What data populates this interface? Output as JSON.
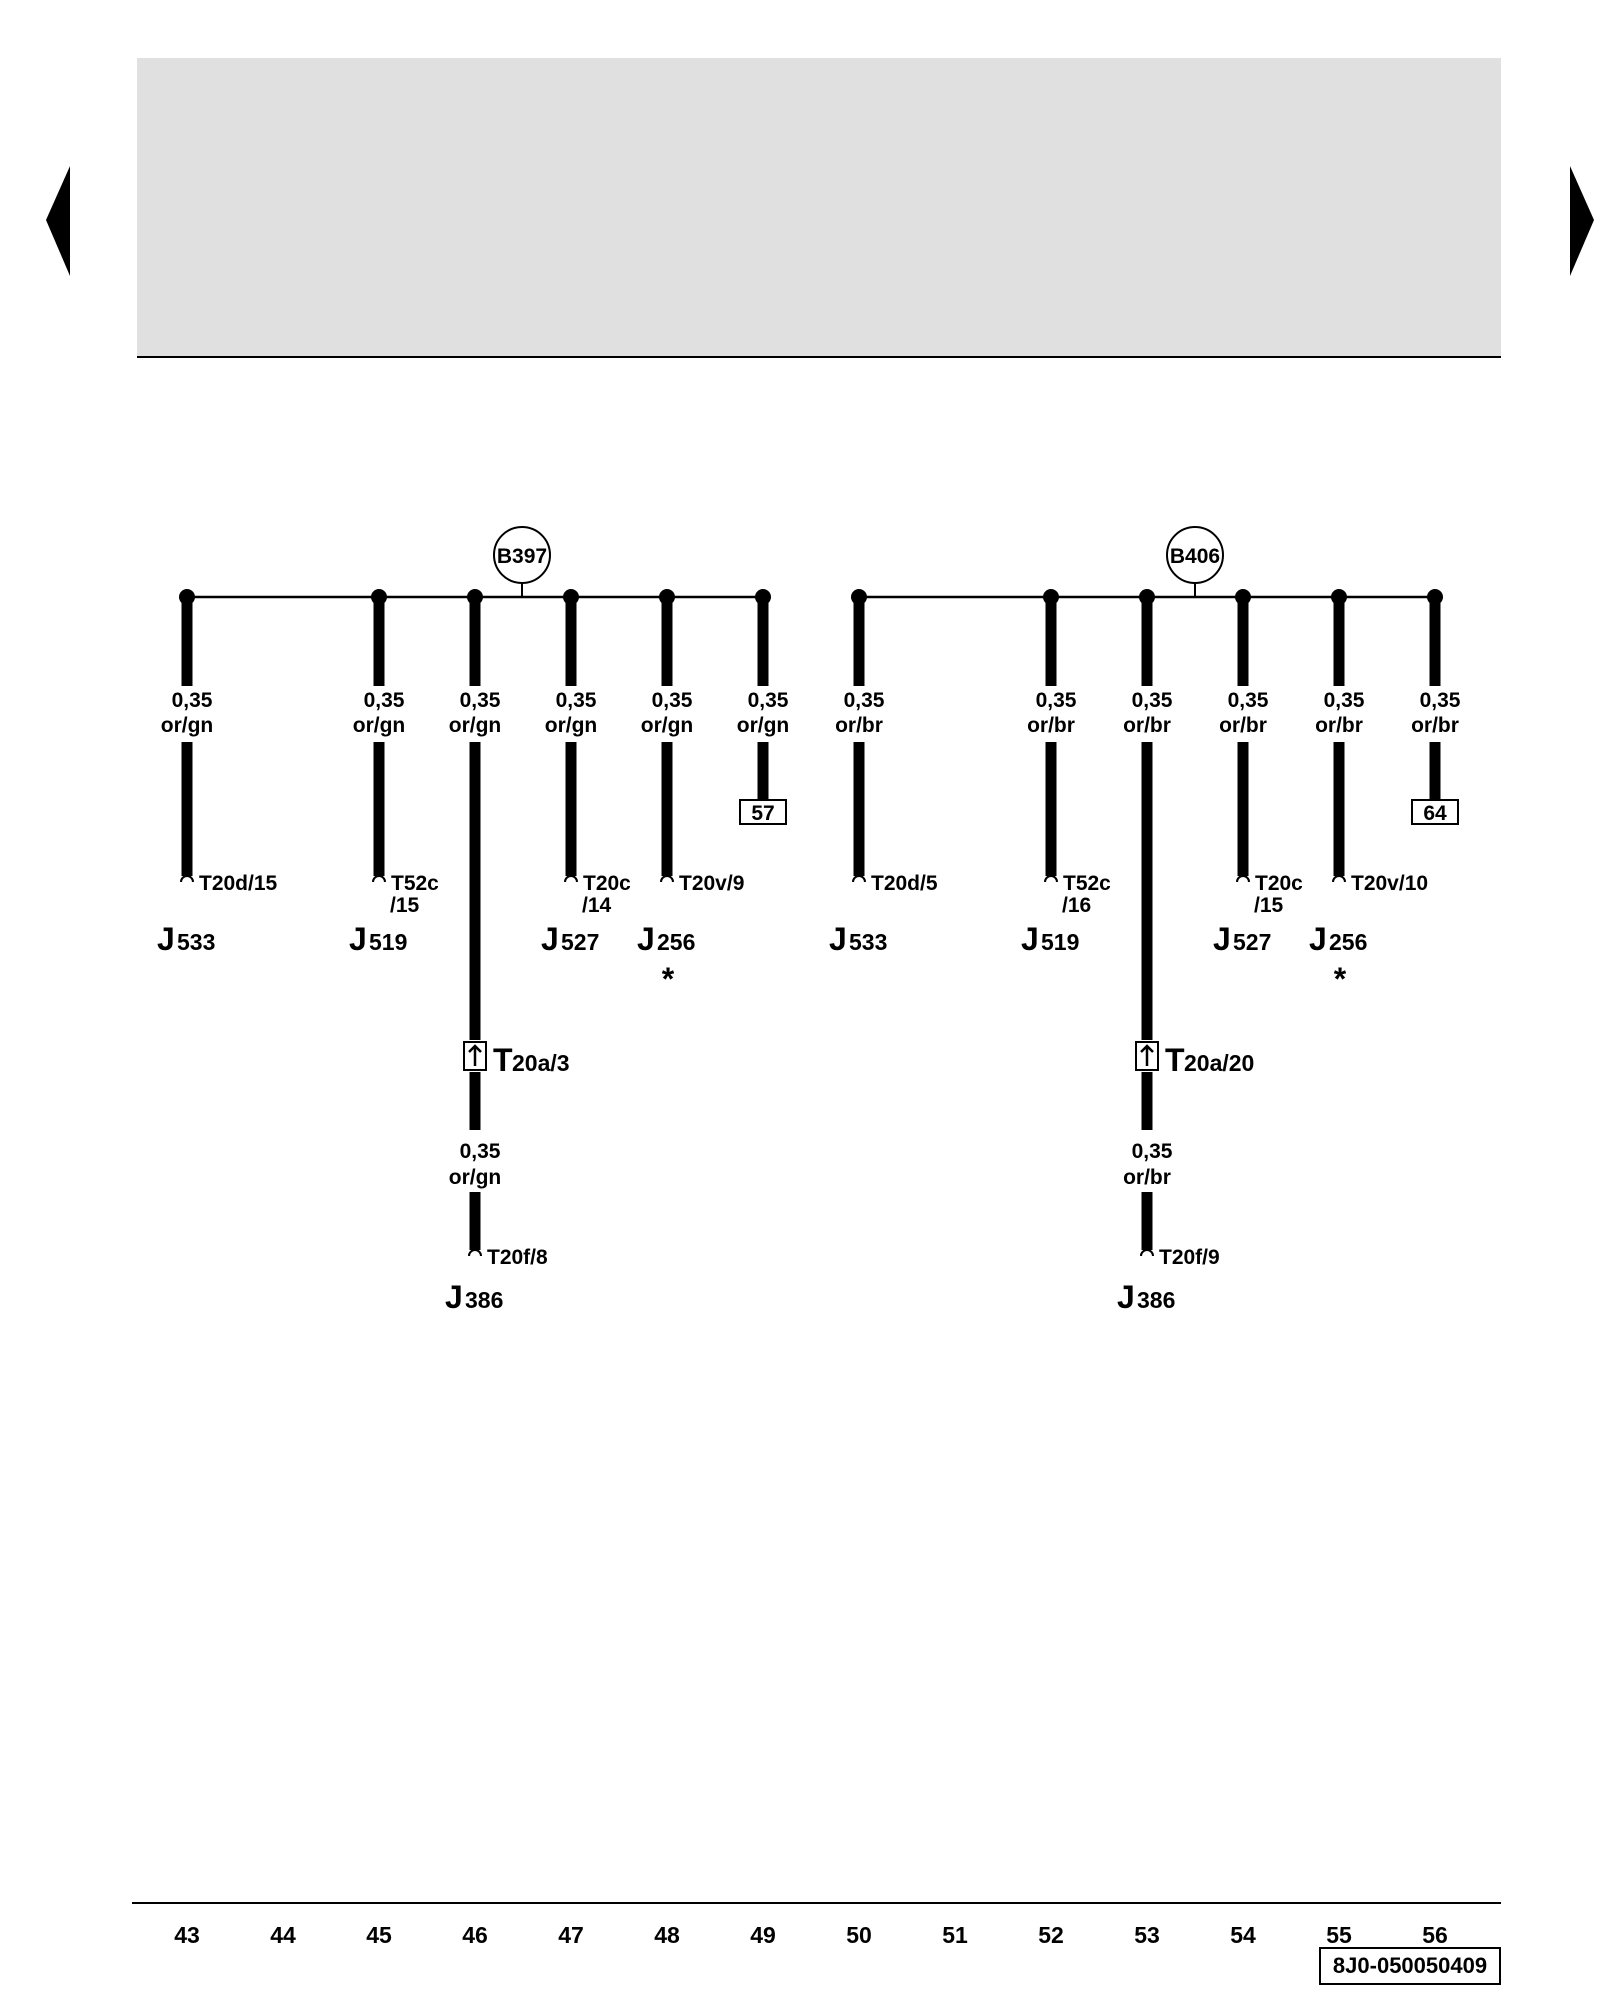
{
  "navigation": {
    "prev_icon": "triangle-left-icon",
    "next_icon": "triangle-right-icon"
  },
  "header_panel": {
    "color": "#e0e0e0"
  },
  "wire_colors": {
    "line": "#000000",
    "background": "#ffffff"
  },
  "groups": [
    {
      "splice": "B397",
      "wires": [
        {
          "column": "43",
          "size": "0,35",
          "color": "or/gn",
          "pin": [
            "T20d/15"
          ],
          "component": "J",
          "component_num": "533",
          "asterisk": ""
        },
        {
          "column": "45",
          "size": "0,35",
          "color": "or/gn",
          "pin": [
            "T52c",
            "/15"
          ],
          "component": "J",
          "component_num": "519",
          "asterisk": ""
        },
        {
          "column": "46",
          "size": "0,35",
          "color": "or/gn",
          "connector_letter": "T",
          "connector": "20a/3",
          "size2": "0,35",
          "color2": "or/gn",
          "pin": [
            "T20f/8"
          ],
          "component": "J",
          "component_num": "386",
          "asterisk": ""
        },
        {
          "column": "47",
          "size": "0,35",
          "color": "or/gn",
          "pin": [
            "T20c",
            "/14"
          ],
          "component": "J",
          "component_num": "527",
          "asterisk": ""
        },
        {
          "column": "48",
          "size": "0,35",
          "color": "or/gn",
          "pin": [
            "T20v/9"
          ],
          "component": "J",
          "component_num": "256",
          "asterisk": "*"
        },
        {
          "column": "49",
          "size": "0,35",
          "color": "or/gn",
          "ref": "57"
        }
      ]
    },
    {
      "splice": "B406",
      "wires": [
        {
          "column": "50",
          "size": "0,35",
          "color": "or/br",
          "pin": [
            "T20d/5"
          ],
          "component": "J",
          "component_num": "533",
          "asterisk": ""
        },
        {
          "column": "52",
          "size": "0,35",
          "color": "or/br",
          "pin": [
            "T52c",
            "/16"
          ],
          "component": "J",
          "component_num": "519",
          "asterisk": ""
        },
        {
          "column": "53",
          "size": "0,35",
          "color": "or/br",
          "connector_letter": "T",
          "connector": "20a/20",
          "size2": "0,35",
          "color2": "or/br",
          "pin": [
            "T20f/9"
          ],
          "component": "J",
          "component_num": "386",
          "asterisk": ""
        },
        {
          "column": "54",
          "size": "0,35",
          "color": "or/br",
          "pin": [
            "T20c",
            "/15"
          ],
          "component": "J",
          "component_num": "527",
          "asterisk": ""
        },
        {
          "column": "55",
          "size": "0,35",
          "color": "or/br",
          "pin": [
            "T20v/10"
          ],
          "component": "J",
          "component_num": "256",
          "asterisk": "*"
        },
        {
          "column": "56",
          "size": "0,35",
          "color": "or/br",
          "ref": "64"
        }
      ]
    }
  ],
  "columns": [
    "43",
    "44",
    "45",
    "46",
    "47",
    "48",
    "49",
    "50",
    "51",
    "52",
    "53",
    "54",
    "55",
    "56"
  ],
  "doc_id": "8J0-050050409"
}
